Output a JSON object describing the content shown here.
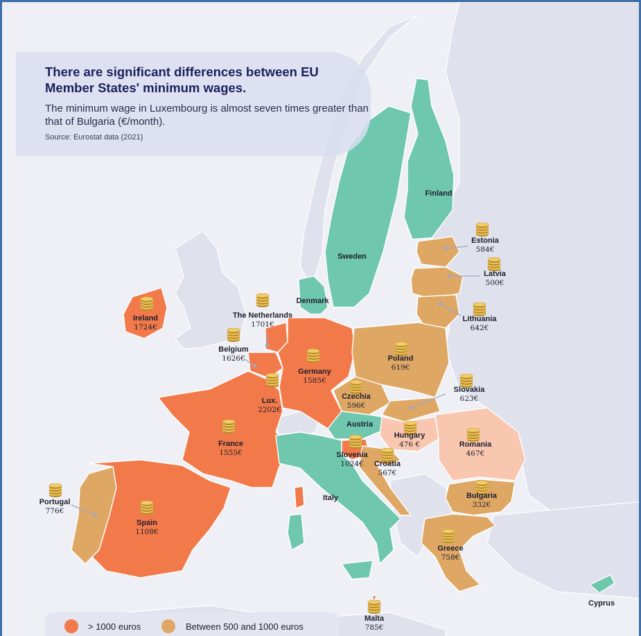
{
  "header": {
    "title": "There are significant differences between EU Member States' minimum wages.",
    "subtitle": "The minimum wage in Luxembourg is almost seven times greater than that of Bulgaria (€/month).",
    "source": "Source: Eurostat data (2021)"
  },
  "legend": {
    "high_label": "> 1000 euros",
    "mid_label": "Between 500 and 1000 euros"
  },
  "colors": {
    "high": "#f27a4a",
    "mid": "#dea764",
    "low": "#f9c7b0",
    "none": "#6fc7ad",
    "outside": "#dfe1ec",
    "sea": "#eef0f6",
    "coin": "#e2b54a"
  },
  "countries": {
    "finland": {
      "name": "Finland"
    },
    "sweden": {
      "name": "Sweden"
    },
    "denmark": {
      "name": "Denmark"
    },
    "austria": {
      "name": "Austria"
    },
    "italy": {
      "name": "Italy"
    },
    "cyprus": {
      "name": "Cyprus"
    },
    "estonia": {
      "name": "Estonia",
      "wage": "584€"
    },
    "latvia": {
      "name": "Latvia",
      "wage": "500€"
    },
    "lithuania": {
      "name": "Lithuania",
      "wage": "642€"
    },
    "ireland": {
      "name": "Ireland",
      "wage": "1724€"
    },
    "netherlands": {
      "name": "The Netherlands",
      "wage": "1701€"
    },
    "belgium": {
      "name": "Belgium",
      "wage": "1626€"
    },
    "germany": {
      "name": "Germany",
      "wage": "1585€"
    },
    "poland": {
      "name": "Poland",
      "wage": "619€"
    },
    "luxembourg": {
      "name": "Lux.",
      "wage": "2202€"
    },
    "czechia": {
      "name": "Czechia",
      "wage": "596€"
    },
    "slovakia": {
      "name": "Slovakia",
      "wage": "623€"
    },
    "france": {
      "name": "France",
      "wage": "1555€"
    },
    "hungary": {
      "name": "Hungary",
      "wage": "476 €"
    },
    "romania": {
      "name": "Romania",
      "wage": "467€"
    },
    "slovenia": {
      "name": "Slovenia",
      "wage": "1024€"
    },
    "croatia": {
      "name": "Croatia",
      "wage": "567€"
    },
    "portugal": {
      "name": "Portugal",
      "wage": "776€"
    },
    "spain": {
      "name": "Spain",
      "wage": "1108€"
    },
    "bulgaria": {
      "name": "Bulgaria",
      "wage": "332€"
    },
    "greece": {
      "name": "Greece",
      "wage": "758€"
    },
    "malta": {
      "name": "Malta",
      "wage": "785€"
    }
  }
}
